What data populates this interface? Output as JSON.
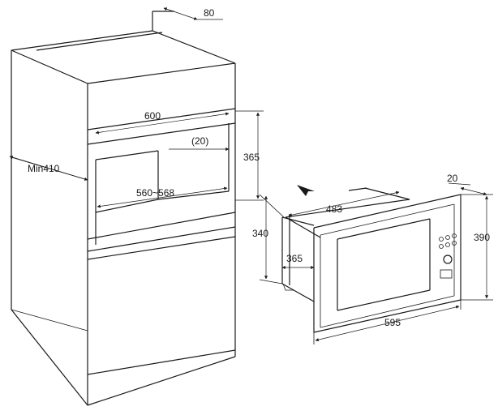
{
  "cabinet": {
    "depth_top": "80",
    "width": "600",
    "niche_min_height": "Min410",
    "niche_inset": "(20)",
    "niche_height": "365",
    "niche_width": "560~568"
  },
  "microwave": {
    "frame_depth": "20",
    "body_depth": "483",
    "total_height": "390",
    "body_height": "340",
    "body_width": "365",
    "front_width": "595"
  }
}
